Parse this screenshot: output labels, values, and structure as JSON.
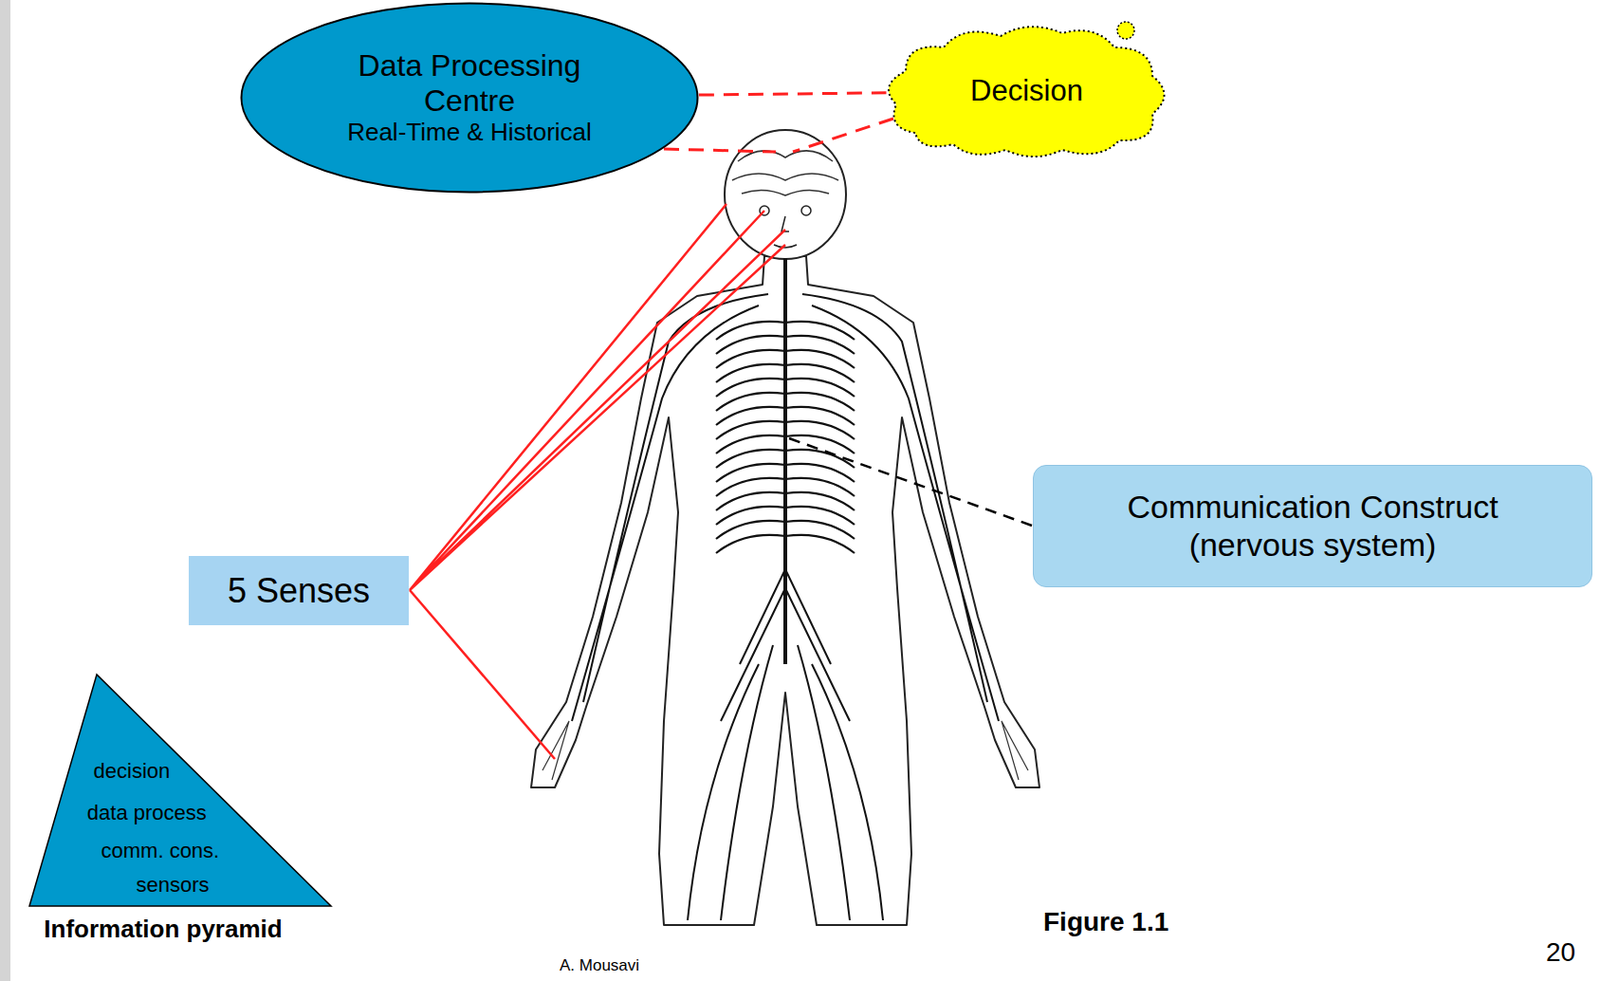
{
  "diagram": {
    "caption": "Figure 1.1",
    "nodes": [
      {
        "text": [
          "Data Processing Centre",
          "Real-Time & Historical"
        ]
      },
      {
        "text": [
          "Decision"
        ]
      },
      {
        "text": [
          "5 Senses"
        ]
      },
      {
        "text": [
          "Communication Construct (nervous system)"
        ]
      },
      {
        "text": [
          "decision",
          "data process",
          "comm. cons.",
          "sensors",
          "Information pyramid"
        ]
      }
    ],
    "edges": [
      {
        "from": 0,
        "to": 1,
        "arrow": "none"
      }
    ],
    "labels": [
      "A. Mousavi",
      "20"
    ]
  }
}
